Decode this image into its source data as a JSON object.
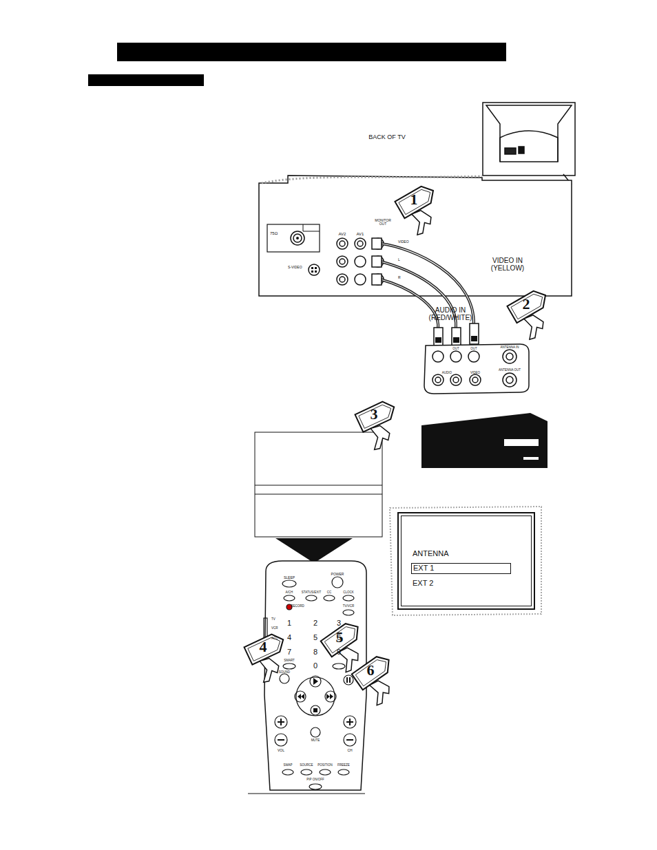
{
  "diagram": {
    "nodes": [
      {
        "text": [
          "ANTENNA",
          "EXT 2"
        ]
      },
      {
        "text": [
          "EXT 1"
        ],
        "in": 0
      }
    ],
    "labels": [
      "BACK OF TV",
      "75Ω",
      "S-VIDEO",
      "AV2",
      "AV1",
      "MONITOR OUT",
      "VIDEO",
      "L",
      "R",
      "VIDEO IN (YELLOW)",
      "AUDIO IN (RED/WHITE)",
      "OUT",
      "OUT",
      "ANTENNA IN",
      "AUDIO",
      "VIDEO",
      "ANTENNA OUT",
      "1",
      "2",
      "3",
      "4",
      "5",
      "6",
      "SLEEP",
      "POWER",
      "A/CH",
      "STATUS/EXIT",
      "CC",
      "CLOCK",
      "RECORD",
      "TV/VCR",
      "TV",
      "VCR",
      "ACC",
      "1",
      "2",
      "3",
      "4",
      "5",
      "6",
      "7",
      "8",
      "9",
      "0",
      "SMART",
      "SOUND",
      "VOL",
      "MUTE",
      "CH",
      "SWAP",
      "SOURCE",
      "POSITION",
      "FREEZE",
      "PIP ON/OFF"
    ]
  }
}
